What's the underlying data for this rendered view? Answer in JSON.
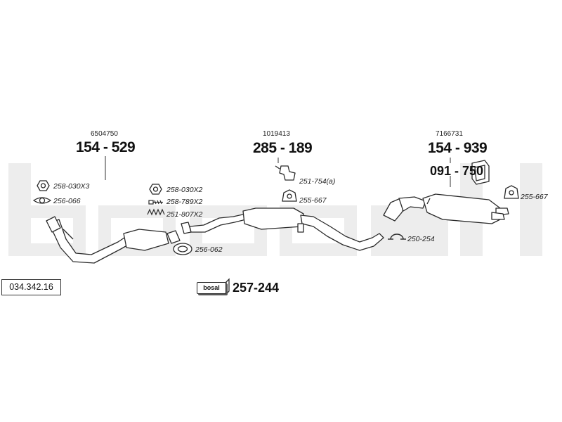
{
  "catalog_code": "034.342.16",
  "brand_badge": "bosal",
  "watermark_text": "bosal",
  "mounting_kit": "257-244",
  "sections": {
    "front_pipe": {
      "oe_ref": "6504750",
      "part_no": "154 - 529"
    },
    "center_silencer": {
      "oe_ref": "1019413",
      "part_no": "285 - 189"
    },
    "rear_silencer": {
      "oe_ref": "7166731",
      "part_no": "154 - 939",
      "secondary_part_no": "091 - 750"
    }
  },
  "fittings": {
    "nut_x3": "258-030X3",
    "gasket_front": "256-066",
    "nut_x2": "258-030X2",
    "bolt_x2": "258-789X2",
    "spring_x2": "251-807X2",
    "ring_gasket": "256-062",
    "bracket_a": "251-754(a)",
    "rubber_mount_center": "255-667",
    "rubber_mount_rear": "255-667",
    "clamp": "250-254"
  },
  "colors": {
    "watermark": "#ededed",
    "line": "#2a2a2a",
    "part_fill": "#ffffff"
  }
}
